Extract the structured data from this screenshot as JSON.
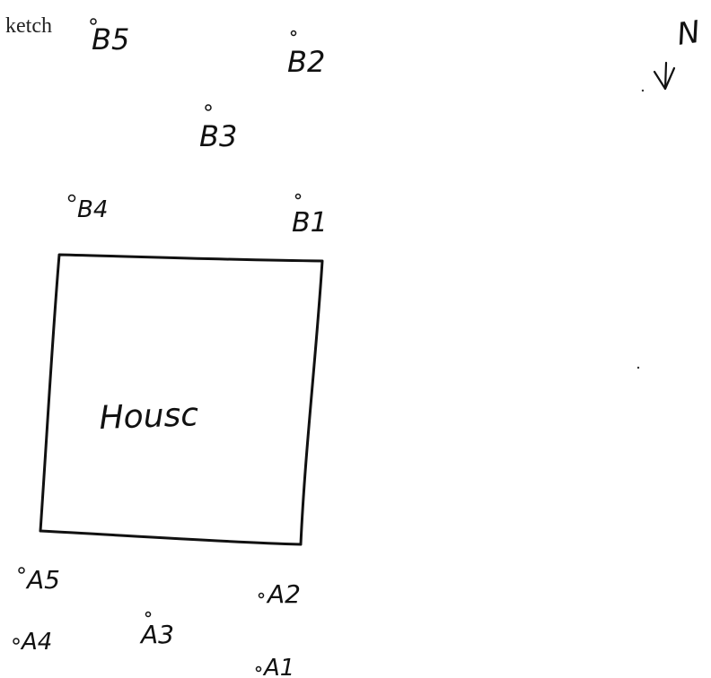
{
  "caption": "ketch",
  "house_label": "Housc",
  "north_label": "N",
  "ink_color": "#111111",
  "points": {
    "B5": "B5",
    "B2": "B2",
    "B3": "B3",
    "B4": "B4",
    "B1": "B1",
    "A5": "A5",
    "A2": "A2",
    "A3": "A3",
    "A4": "A4",
    "A1": "A1"
  }
}
